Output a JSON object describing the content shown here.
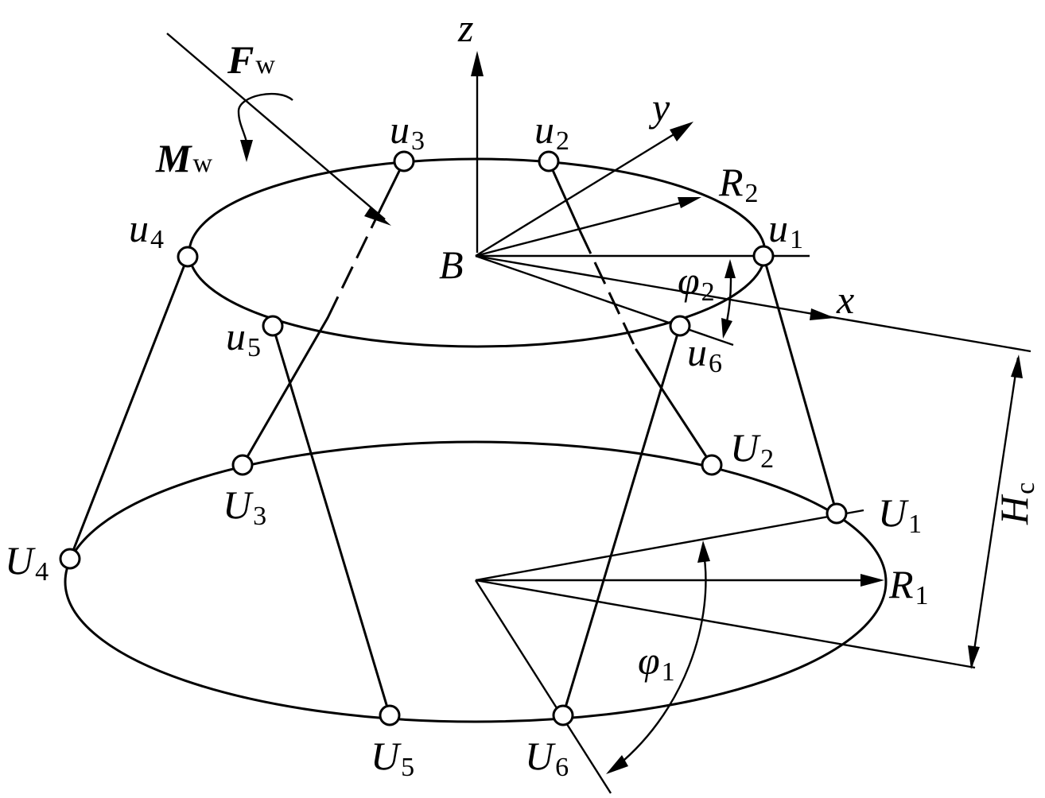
{
  "labels": {
    "z": "z",
    "y": "y",
    "x": "x",
    "B": "B",
    "F": "F",
    "F_sub": "w",
    "M": "M",
    "M_sub": "w",
    "u_main": "u",
    "U_main": "U",
    "u1_sub": "1",
    "u2_sub": "2",
    "u3_sub": "3",
    "u4_sub": "4",
    "u5_sub": "5",
    "u6_sub": "6",
    "U1_sub": "1",
    "U2_sub": "2",
    "U3_sub": "3",
    "U4_sub": "4",
    "U5_sub": "5",
    "U6_sub": "6",
    "R": "R",
    "R1_sub": "1",
    "R2_sub": "2",
    "phi": "φ",
    "phi1_sub": "1",
    "phi2_sub": "2",
    "H": "H",
    "H_sub": "c"
  }
}
